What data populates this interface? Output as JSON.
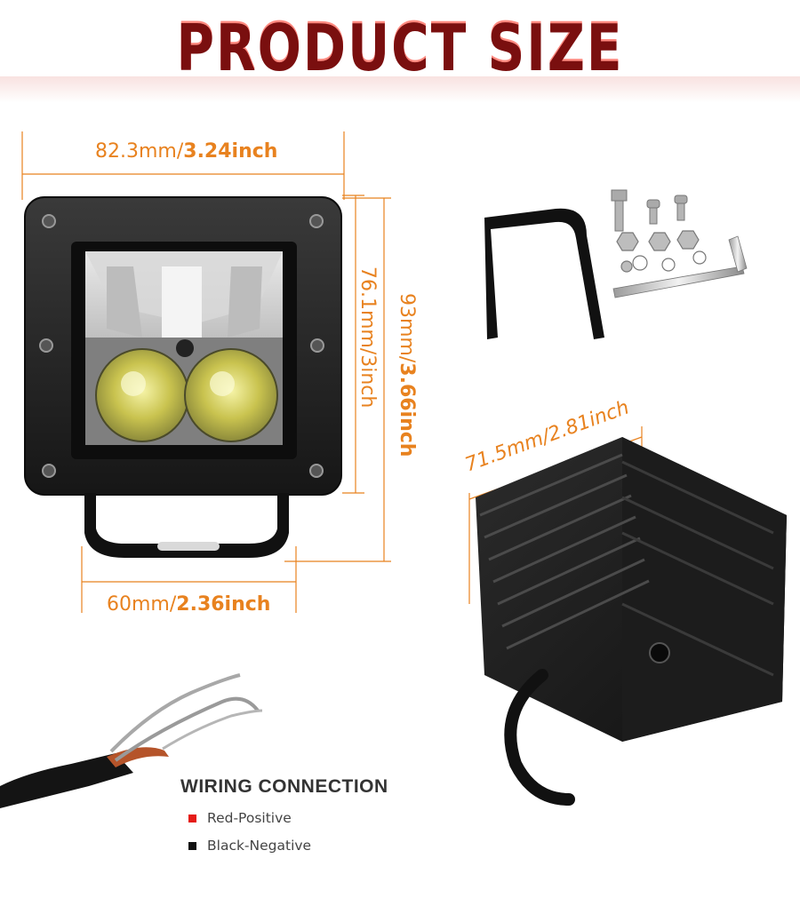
{
  "title": "PRODUCT SIZE",
  "dimensions": {
    "top_width": {
      "value": "82.3mm/",
      "bold": "3.24inch"
    },
    "inner_height": {
      "value": "76.1mm/3inch"
    },
    "outer_height": {
      "value": "93mm/",
      "bold": "3.66inch"
    },
    "bottom_width": {
      "value": "60mm/",
      "bold": "2.36inch"
    },
    "depth": {
      "value": "71.5mm/2.81inch"
    }
  },
  "wiring": {
    "title": "WIRING CONNECTION",
    "items": [
      {
        "label": "Red-Positive",
        "color": "#e51b17"
      },
      {
        "label": "Black-Negative",
        "color": "#111111"
      }
    ]
  },
  "colors": {
    "accent": "#e8821f",
    "title_red": "#c92724"
  }
}
